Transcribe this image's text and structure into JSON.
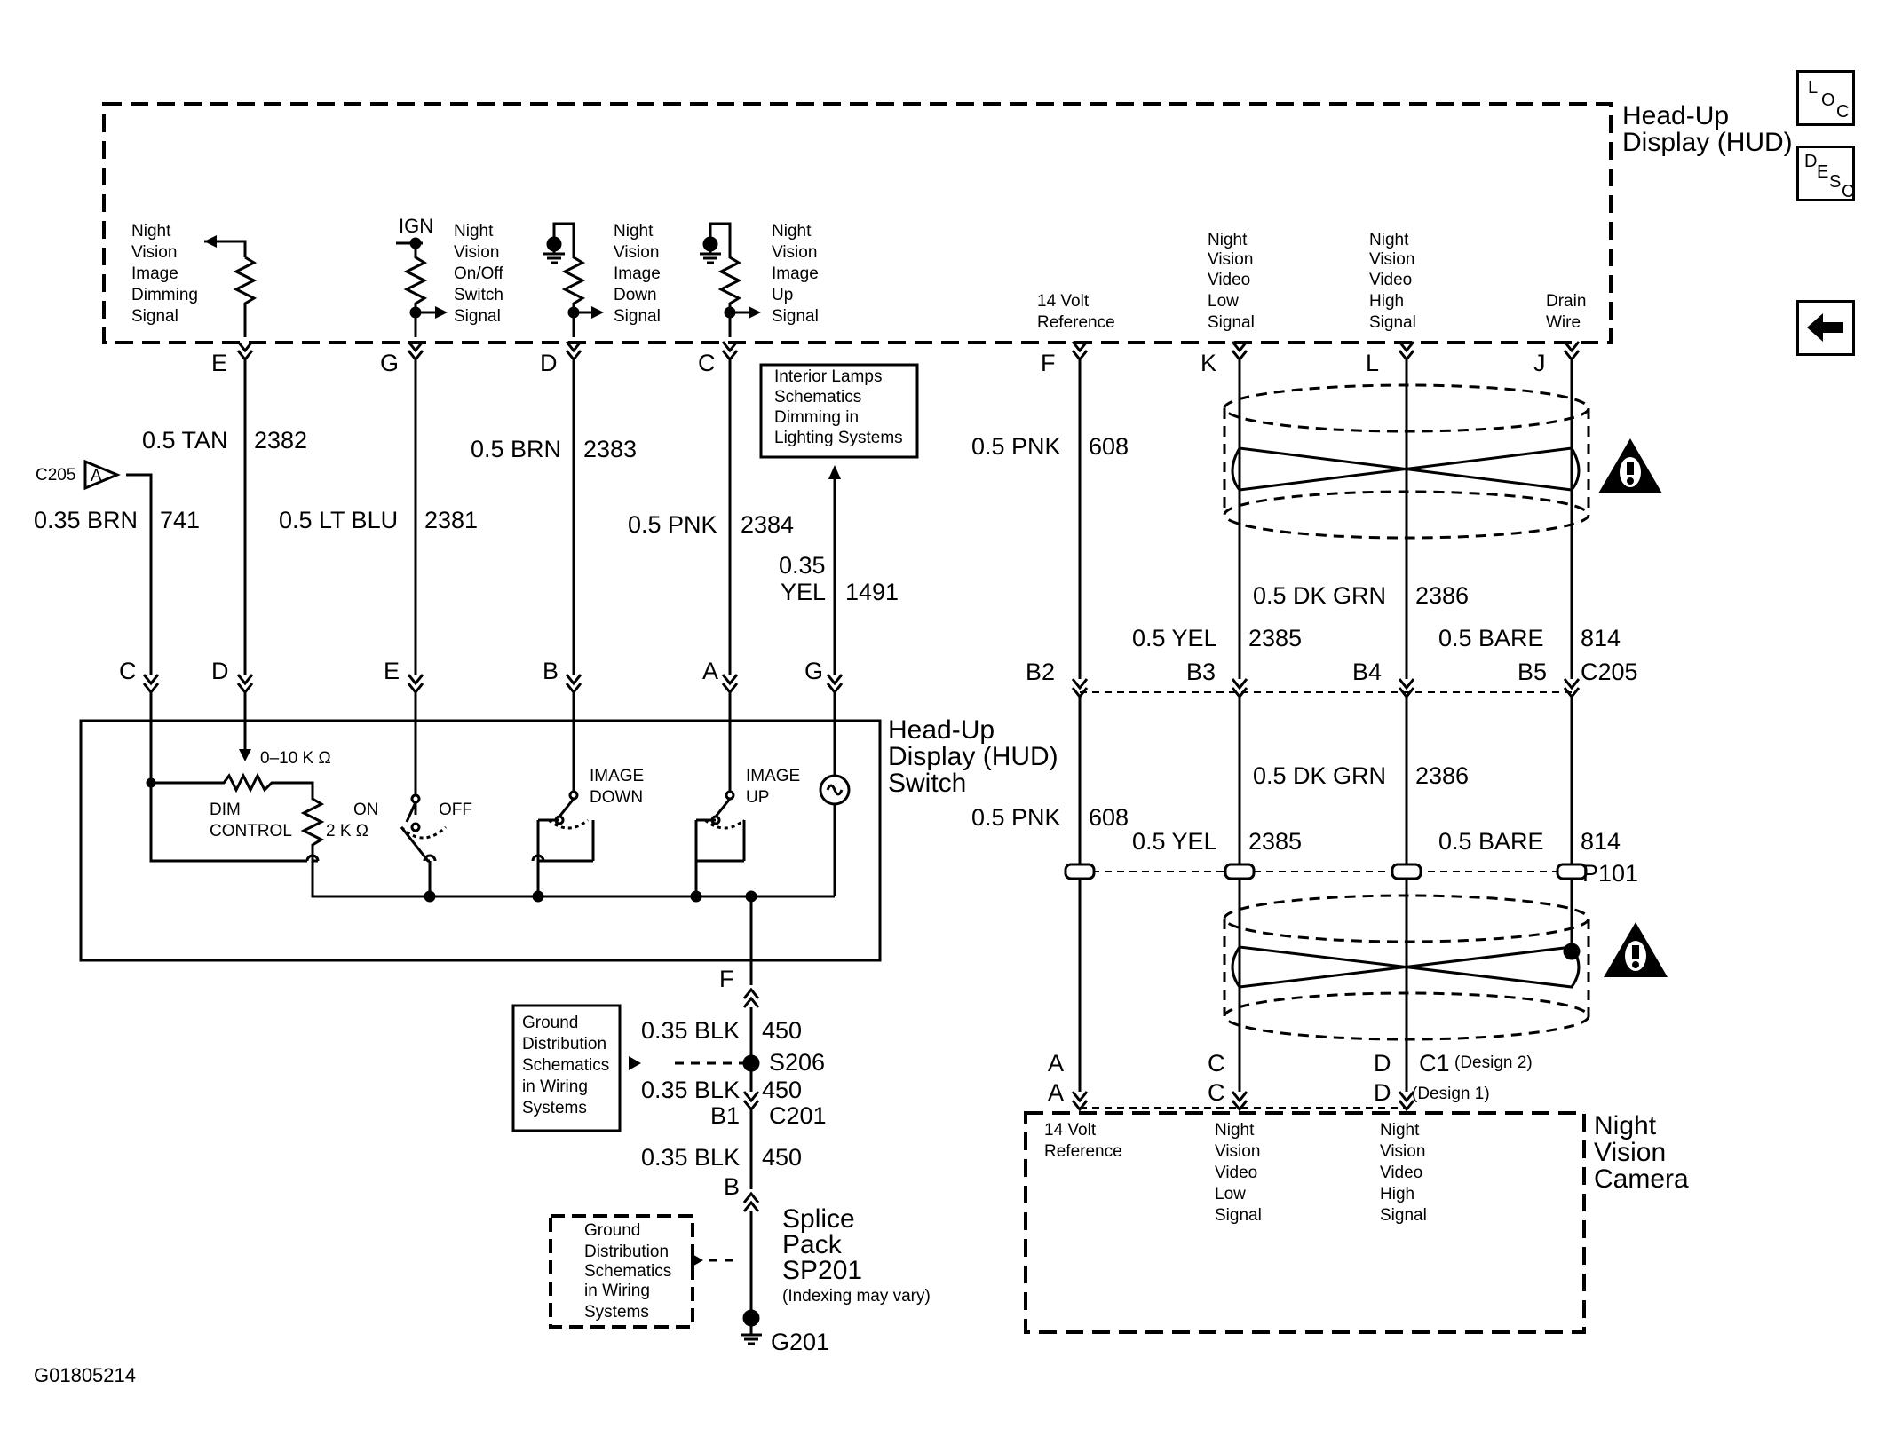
{
  "figure_id": "G01805214",
  "nav": {
    "loc": [
      "L",
      "O",
      "C"
    ],
    "desc": [
      "D",
      "E",
      "S",
      "C"
    ],
    "back_icon": "left-arrow-icon"
  },
  "hud": {
    "title": [
      "Head-Up",
      "Display (HUD)"
    ],
    "pin_labels": {
      "dimming": [
        "Night",
        "Vision",
        "Image",
        "Dimming",
        "Signal"
      ],
      "onoff": [
        "Night",
        "Vision",
        "On/Off",
        "Switch",
        "Signal"
      ],
      "down": [
        "Night",
        "Vision",
        "Image",
        "Down",
        "Signal"
      ],
      "up": [
        "Night",
        "Vision",
        "Image",
        "Up",
        "Signal"
      ],
      "ref": [
        "14 Volt",
        "Reference"
      ],
      "video_low": [
        "Night",
        "Vision",
        "Video",
        "Low",
        "Signal"
      ],
      "video_high": [
        "Night",
        "Vision",
        "Video",
        "High",
        "Signal"
      ],
      "drain": [
        "Drain",
        "Wire"
      ]
    },
    "ign": "IGN",
    "pins": [
      "E",
      "G",
      "D",
      "C",
      "F",
      "K",
      "L",
      "J"
    ]
  },
  "hud_switch": {
    "title": [
      "Head-Up",
      "Display (HUD)",
      "Switch"
    ],
    "pins": [
      "C",
      "D",
      "E",
      "B",
      "A",
      "G"
    ],
    "pot_label": "0–10 K Ω",
    "dim_label": [
      "DIM",
      "CONTROL"
    ],
    "res_label": "2 K Ω",
    "on": "ON",
    "off": "OFF",
    "image_down": [
      "IMAGE",
      "DOWN"
    ],
    "image_up": [
      "IMAGE",
      "UP"
    ],
    "bottom_pin": "F"
  },
  "connector_ref": {
    "name": "C205",
    "pin": "A"
  },
  "wires": {
    "brn741": [
      "0.35 BRN",
      "741"
    ],
    "tan2382": [
      "0.5 TAN",
      "2382"
    ],
    "ltblu2381": [
      "0.5 LT BLU",
      "2381"
    ],
    "brn2383": [
      "0.5 BRN",
      "2383"
    ],
    "pnk2384": [
      "0.5 PNK",
      "2384"
    ],
    "yel1491": [
      "0.35",
      "YEL",
      "1491"
    ],
    "pnk608": [
      "0.5 PNK",
      "608"
    ],
    "dkgrn2386": [
      "0.5 DK GRN",
      "2386"
    ],
    "yel2385": [
      "0.5 YEL",
      "2385"
    ],
    "bare814": [
      "0.5 BARE",
      "814"
    ],
    "blk450": [
      "0.35 BLK",
      "450"
    ]
  },
  "refbox_lamps": [
    "Interior Lamps",
    "Schematics",
    "Dimming in",
    "Lighting Systems"
  ],
  "refbox_ground": [
    "Ground",
    "Distribution",
    "Schematics",
    "in Wiring",
    "Systems"
  ],
  "c205_pins": [
    "B2",
    "B3",
    "B4",
    "B5",
    "C205"
  ],
  "p101": "P101",
  "s206": "S206",
  "c201": [
    "B1",
    "C201"
  ],
  "pin_b": "B",
  "splice": [
    "Splice",
    "Pack",
    "SP201",
    "(Indexing may vary)"
  ],
  "g201": "G201",
  "camera": {
    "title": [
      "Night",
      "Vision",
      "Camera"
    ],
    "c1": "C1",
    "design2": "(Design 2)",
    "design1": "(Design 1)",
    "pins": [
      "A",
      "C",
      "D"
    ],
    "labels": {
      "ref": [
        "14 Volt",
        "Reference"
      ],
      "low": [
        "Night",
        "Vision",
        "Video",
        "Low",
        "Signal"
      ],
      "high": [
        "Night",
        "Vision",
        "Video",
        "High",
        "Signal"
      ]
    }
  }
}
